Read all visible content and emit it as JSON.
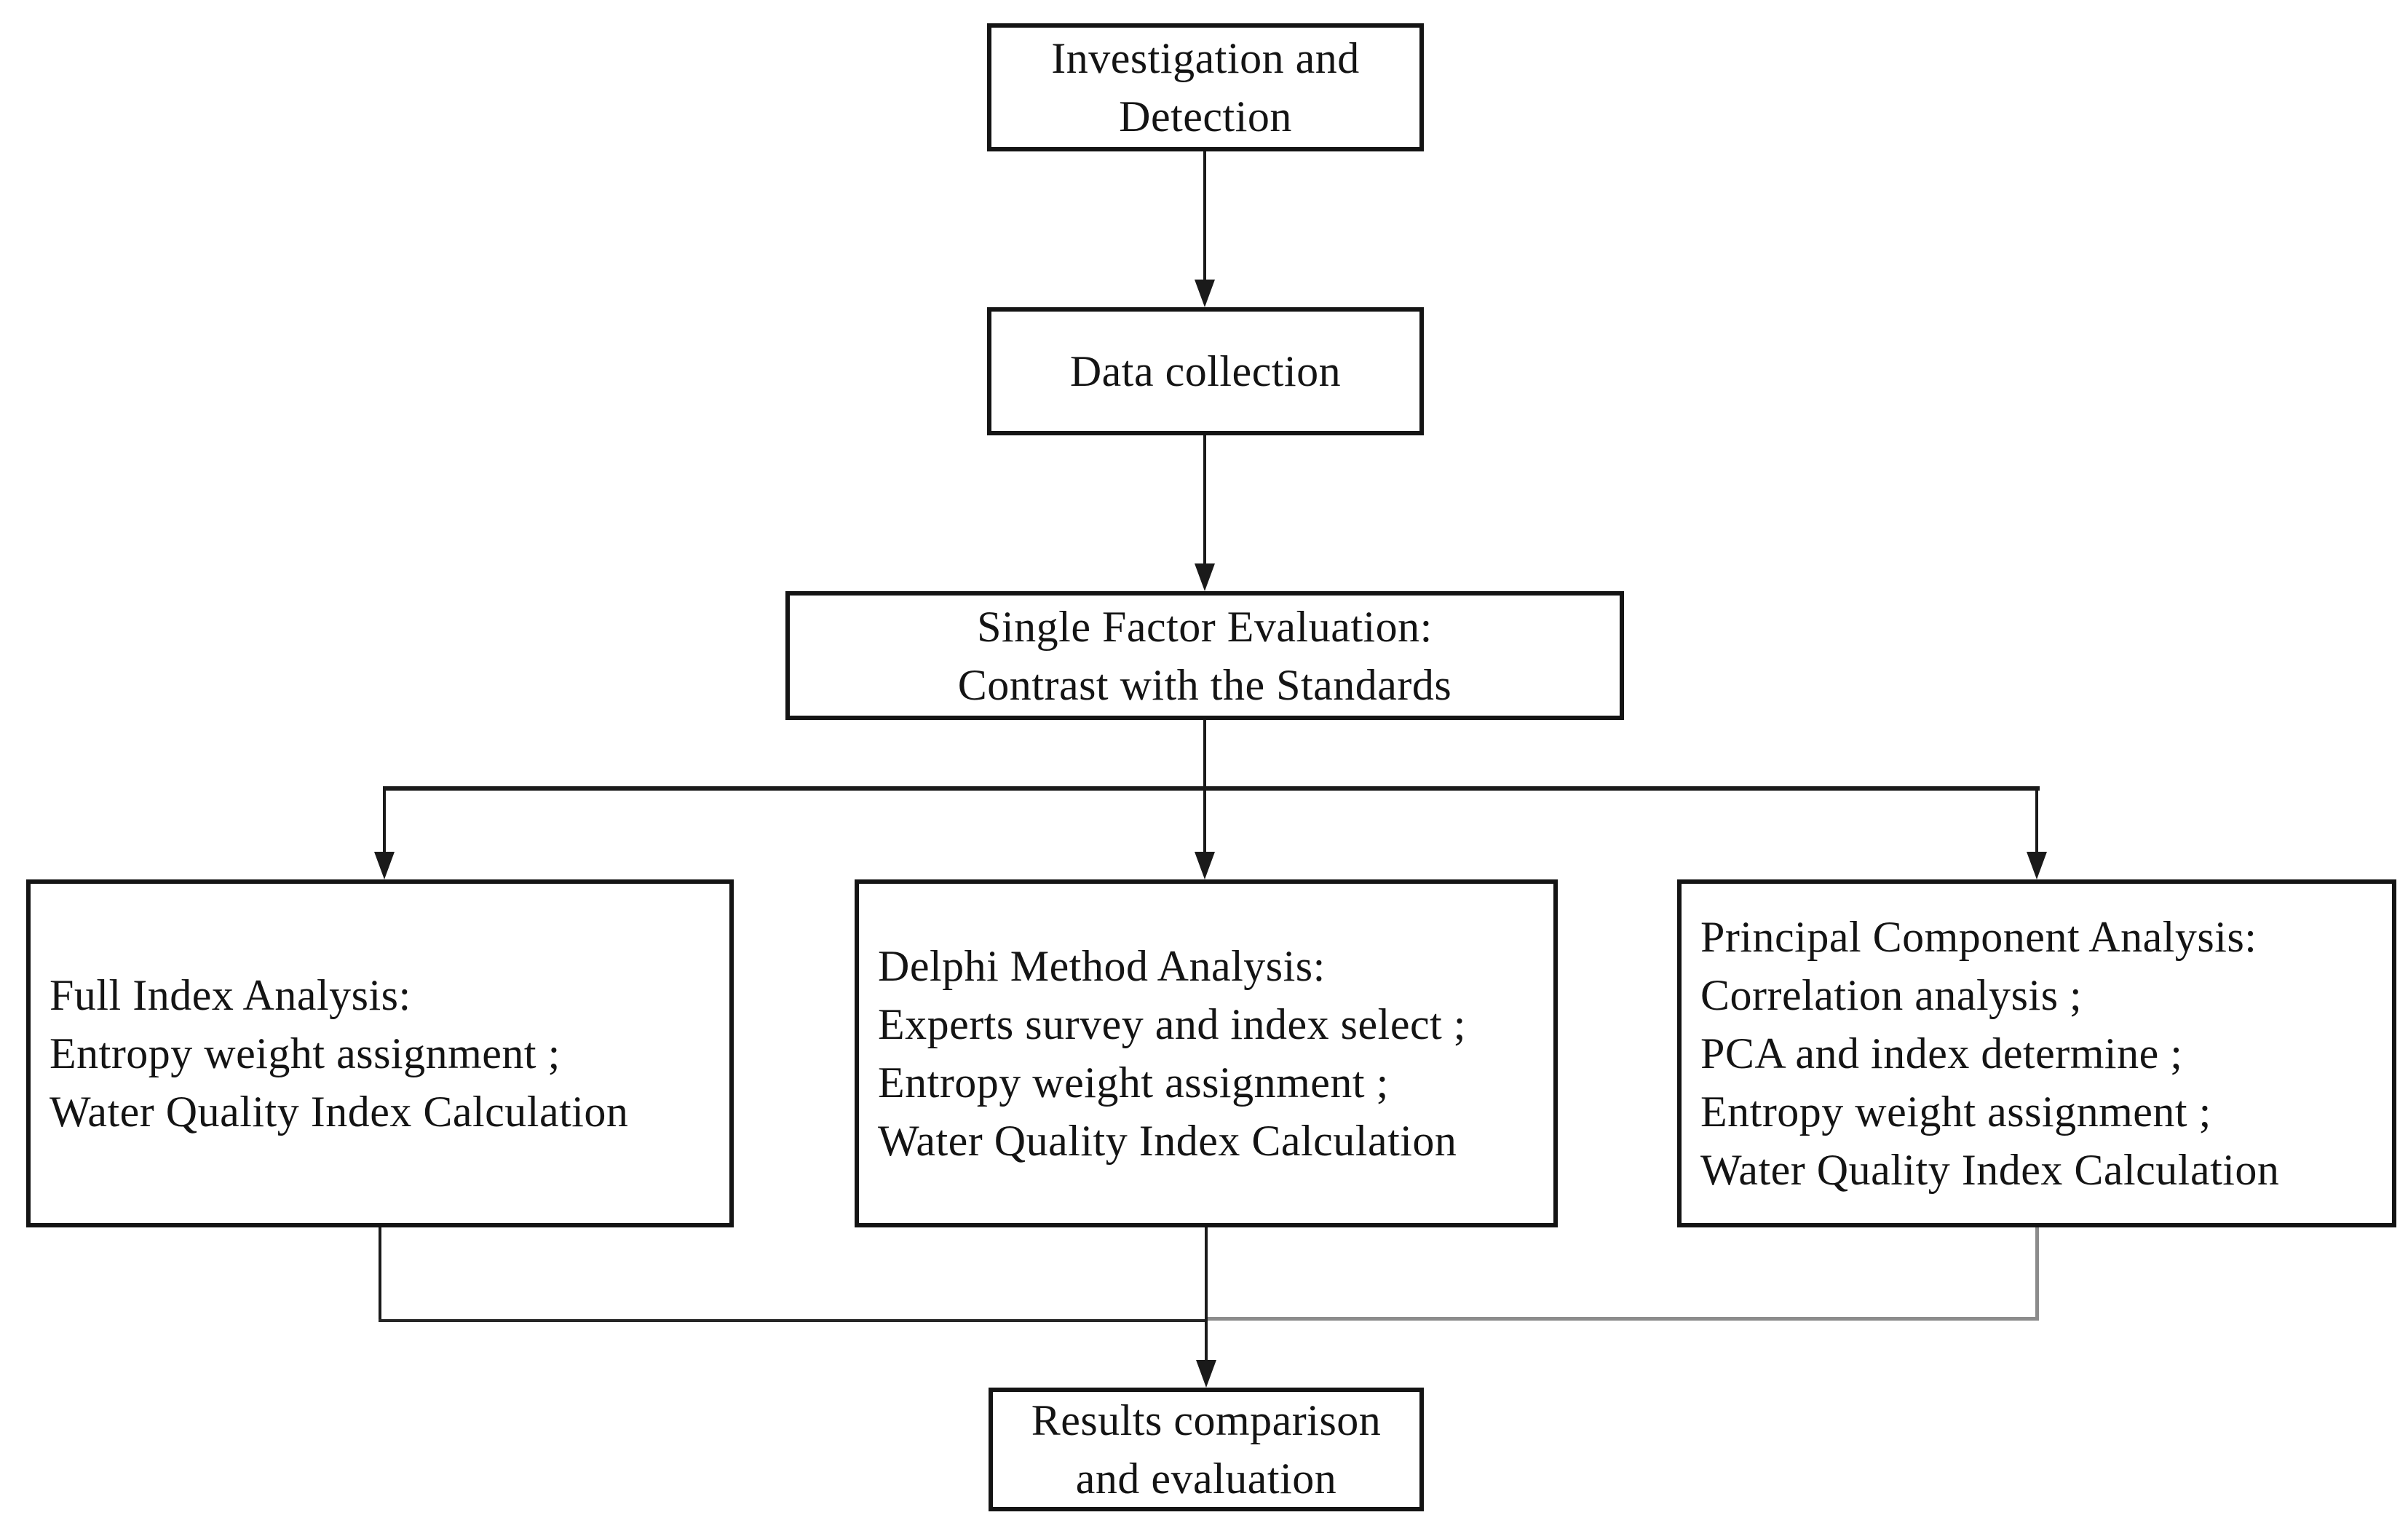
{
  "diagram_type": "flowchart",
  "colors": {
    "background": "#ffffff",
    "box_border": "#141414",
    "text": "#141414",
    "connector": "#1a1a1a",
    "connector_secondary": "#8c8c8c"
  },
  "nodes": {
    "investigation": {
      "lines": [
        "Investigation and",
        "Detection"
      ]
    },
    "data_collection": {
      "lines": [
        "Data collection"
      ]
    },
    "single_factor": {
      "lines": [
        "Single Factor Evaluation:",
        "Contrast with the Standards"
      ]
    },
    "full_index": {
      "lines": [
        "Full Index Analysis:",
        "Entropy weight assignment ;",
        "Water Quality Index Calculation"
      ]
    },
    "delphi": {
      "lines": [
        "Delphi Method Analysis:",
        "Experts survey and index select ;",
        "Entropy weight assignment ;",
        "Water Quality Index Calculation"
      ]
    },
    "pca": {
      "lines": [
        "Principal Component Analysis:",
        "Correlation analysis ;",
        "PCA and index determine ;",
        "Entropy weight assignment ;",
        "Water Quality Index Calculation"
      ]
    },
    "results": {
      "lines": [
        "Results comparison",
        "and evaluation"
      ]
    }
  },
  "edges": [
    {
      "from": "investigation",
      "to": "data_collection"
    },
    {
      "from": "data_collection",
      "to": "single_factor"
    },
    {
      "from": "single_factor",
      "to": "full_index"
    },
    {
      "from": "single_factor",
      "to": "delphi"
    },
    {
      "from": "single_factor",
      "to": "pca"
    },
    {
      "from": "full_index",
      "to": "results"
    },
    {
      "from": "delphi",
      "to": "results"
    },
    {
      "from": "pca",
      "to": "results"
    }
  ]
}
